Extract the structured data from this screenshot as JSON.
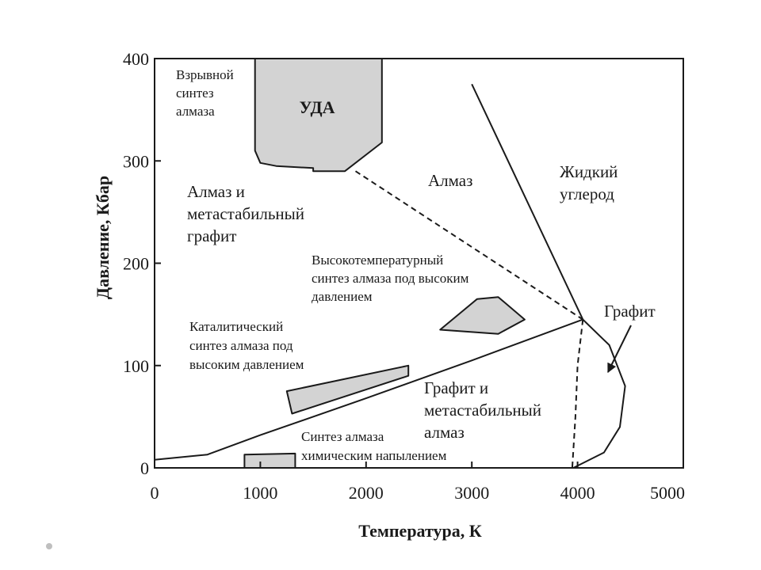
{
  "chart_data": {
    "type": "line",
    "title": "",
    "xlabel": "Температура, К",
    "ylabel": "Давление, Кбар",
    "xlim": [
      0,
      5000
    ],
    "ylim": [
      0,
      400
    ],
    "xticks": [
      "0",
      "1000",
      "2000",
      "3000",
      "4000",
      "5000"
    ],
    "yticks": [
      "0",
      "100",
      "200",
      "300",
      "400"
    ],
    "grid": false,
    "series": [
      {
        "style": "solid",
        "points": [
          [
            0,
            8
          ],
          [
            500,
            13
          ],
          [
            1000,
            32
          ],
          [
            2000,
            68
          ],
          [
            3000,
            105
          ],
          [
            4050,
            145
          ]
        ]
      },
      {
        "style": "dashed",
        "points": [
          [
            1900,
            290
          ],
          [
            4050,
            145
          ]
        ]
      },
      {
        "style": "solid",
        "points": [
          [
            3000,
            375
          ],
          [
            4050,
            145
          ]
        ]
      },
      {
        "style": "dashed",
        "points": [
          [
            4050,
            145
          ],
          [
            4000,
            100
          ],
          [
            3980,
            50
          ],
          [
            3950,
            0
          ]
        ]
      },
      {
        "style": "solid",
        "points": [
          [
            4050,
            145
          ],
          [
            4300,
            120
          ],
          [
            4450,
            80
          ],
          [
            4400,
            40
          ],
          [
            4250,
            15
          ],
          [
            3960,
            0
          ]
        ]
      }
    ],
    "areas": [
      {
        "label": "УДА",
        "points": [
          [
            950,
            400
          ],
          [
            2150,
            400
          ],
          [
            2150,
            318
          ],
          [
            1800,
            290
          ],
          [
            1500,
            290
          ],
          [
            1500,
            293
          ],
          [
            1150,
            295
          ],
          [
            1000,
            298
          ],
          [
            950,
            310
          ]
        ]
      },
      {
        "points": [
          [
            2700,
            135
          ],
          [
            3050,
            165
          ],
          [
            3250,
            167
          ],
          [
            3500,
            145
          ],
          [
            3250,
            131
          ]
        ]
      },
      {
        "points": [
          [
            1250,
            75
          ],
          [
            2400,
            100
          ],
          [
            2400,
            90
          ],
          [
            1300,
            53
          ]
        ]
      },
      {
        "points": [
          [
            850,
            0
          ],
          [
            850,
            13
          ],
          [
            1330,
            14
          ],
          [
            1330,
            0
          ]
        ]
      }
    ],
    "annotations": [
      {
        "lines": [
          "Взрывной",
          "синтез",
          "алмаза"
        ]
      },
      {
        "lines": [
          "Алмаз и",
          "метастабильный",
          "графит"
        ]
      },
      {
        "lines": [
          "Алмаз"
        ]
      },
      {
        "lines": [
          "Жидкий",
          "углерод"
        ]
      },
      {
        "lines": [
          "Высокотемпературный",
          "синтез алмаза под высоким",
          "давлением"
        ]
      },
      {
        "lines": [
          "Графит"
        ]
      },
      {
        "lines": [
          "Каталитический",
          "синтез алмаза под",
          "высоким давлением"
        ]
      },
      {
        "lines": [
          "Графит и",
          "метастабильный",
          "алмаз"
        ]
      },
      {
        "lines": [
          "Синтез алмаза",
          "химическим напылением"
        ]
      }
    ],
    "colors": {
      "region_fill": "#d3d3d3",
      "line": "#1a1a1a",
      "dot": "#bfbfbf"
    }
  }
}
